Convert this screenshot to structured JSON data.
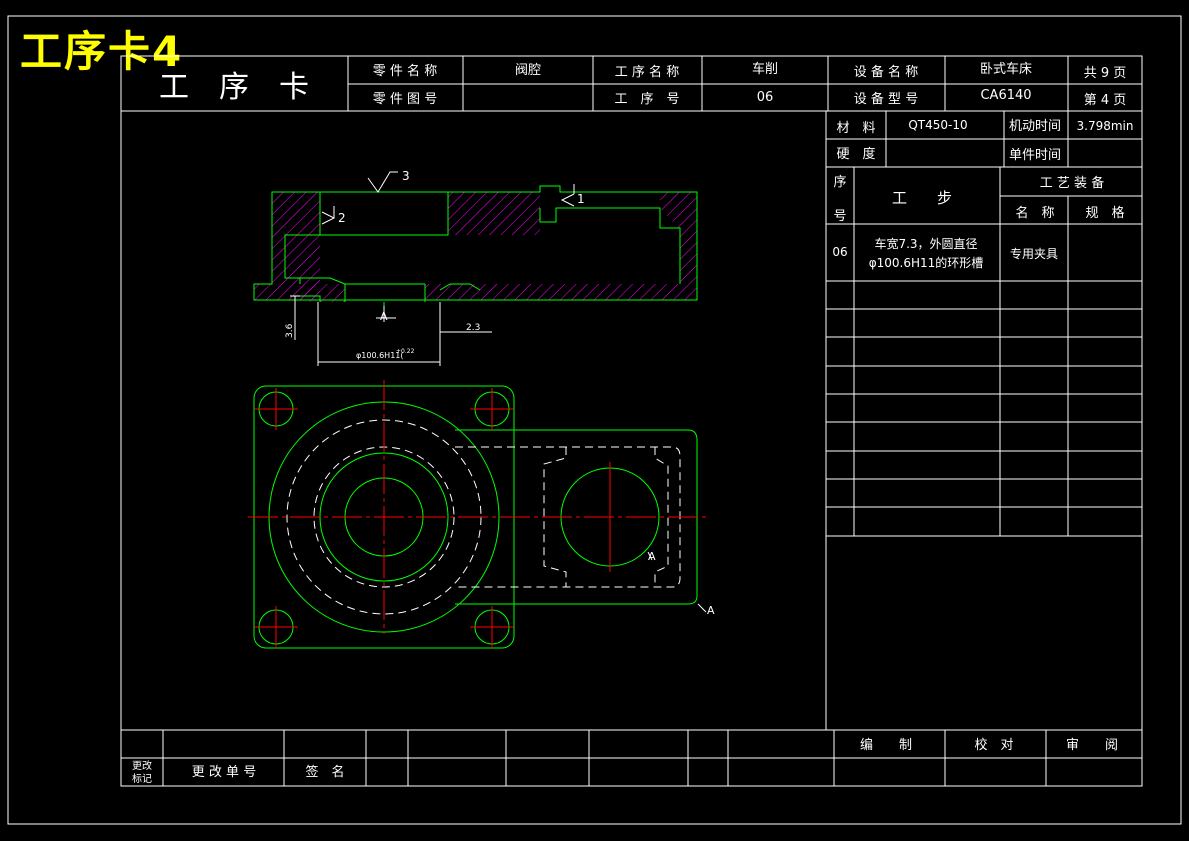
{
  "sheet_label": "工序卡4",
  "header": {
    "card_title": "工　序　卡",
    "part_name_label": "零 件 名 称",
    "part_name": "阀腔",
    "process_name_label": "工 序 名 称",
    "process_name": "车削",
    "equipment_name_label": "设 备 名 称",
    "equipment_name": "卧式车床",
    "total_pages": "共 9 页",
    "part_drawing_label": "零 件 图 号",
    "part_drawing_no": "",
    "process_no_label": "工　序　号",
    "process_no": "06",
    "equipment_model_label": "设 备 型 号",
    "equipment_model": "CA6140",
    "page_no": "第 4 页"
  },
  "info": {
    "material_label": "材　料",
    "material": "QT450-10",
    "machine_time_label": "机动时间",
    "machine_time": "3.798min",
    "hardness_label": "硬　度",
    "hardness": "",
    "unit_time_label": "单件时间",
    "unit_time": "",
    "seq_label_1": "序",
    "seq_label_2": "号",
    "step_label": "工　　步",
    "equip_label": "工 艺 装 备",
    "equip_name_label": "名　称",
    "equip_spec_label": "规　格"
  },
  "steps": [
    {
      "no": "06",
      "line1": "车宽7.3，外圆直径",
      "line2": "φ100.6H11的环形槽",
      "tool": "专用夹具",
      "spec": ""
    }
  ],
  "footer": {
    "change_mark_1": "更改",
    "change_mark_2": "标记",
    "change_doc_label": "更 改 单 号",
    "sign_label": "签　名",
    "compile_label": "编　　制",
    "check_label": "校　对",
    "review_label": "审　　阅"
  },
  "drawing": {
    "rough_1": "1",
    "rough_2": "2",
    "rough_3": "3",
    "dim_dia": "φ100.6H11(",
    "dim_dia_tol": "+0.22",
    "dim_left": "3.6",
    "dim_right": "2.3",
    "section_a_mark": "A",
    "view_a_label": "A"
  },
  "colors": {
    "frame": "#ffffff",
    "outline": "#00ff00",
    "center": "#ff0000",
    "hatch": "#ff00ff",
    "dimension": "#ffff00",
    "title": "#ffff00"
  }
}
